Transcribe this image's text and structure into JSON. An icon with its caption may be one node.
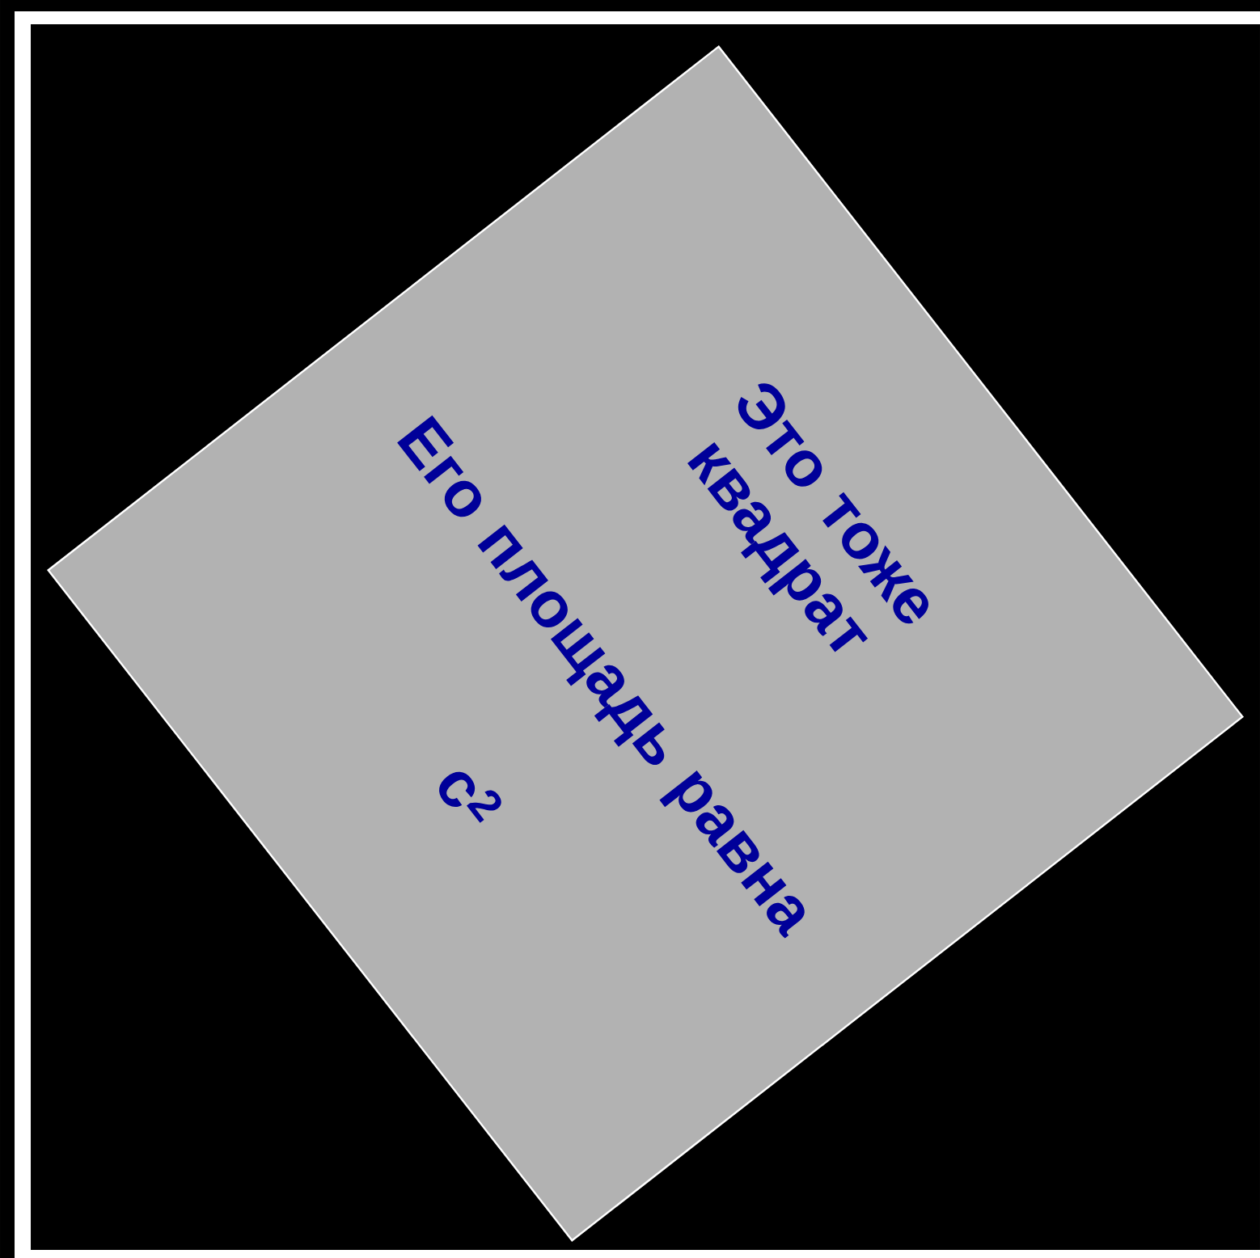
{
  "diagram": {
    "nodes": [
      {
        "text": [
          "Это тоже квадрат",
          "Его площадь равна",
          "c$^{2}$"
        ]
      }
    ]
  }
}
